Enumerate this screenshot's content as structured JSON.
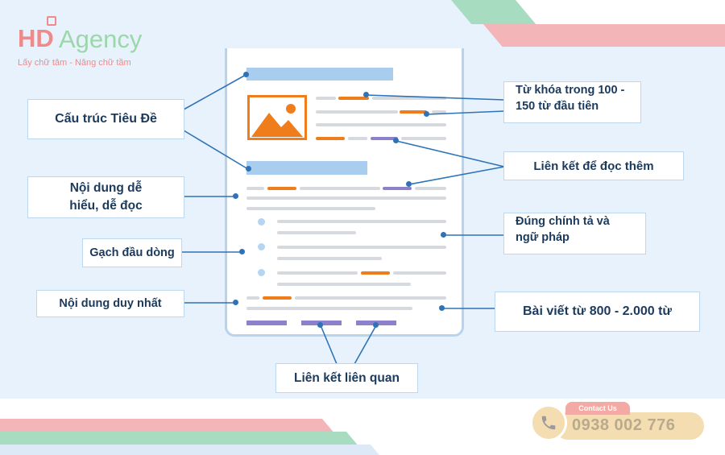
{
  "logo": {
    "brand_hd": "HD",
    "brand_agency": "Agency",
    "tagline": "Lấy chữ tâm - Nâng chữ tầm"
  },
  "labels": {
    "heading_structure": "Cấu trúc Tiêu Đề",
    "easy_content_line1": "Nội dung dễ",
    "easy_content_line2": "hiểu, dễ đọc",
    "bullets": "Gạch đầu dòng",
    "unique_content": "Nội dung duy nhất",
    "keyword_line1": "Từ khóa trong 100 -",
    "keyword_line2": "150 từ đầu tiên",
    "read_more_links": "Liên kết để đọc thêm",
    "spelling_line1": "Đúng chính tả và",
    "spelling_line2": "ngữ pháp",
    "word_count": "Bài viết từ 800 - 2.000 từ",
    "related_links": "Liên kết liên quan"
  },
  "contact": {
    "tab_label": "Contact Us",
    "phone": "0938 002 776",
    "icon": "phone-icon"
  },
  "colors": {
    "label_text": "#1b3a5c",
    "connector": "#2e73b8",
    "accent_orange": "#f07d1c",
    "accent_purple": "#8c82cc",
    "heading_blue": "#a9cdee",
    "logo_pink": "#ee8a8a",
    "logo_green": "#9bd8a9"
  }
}
